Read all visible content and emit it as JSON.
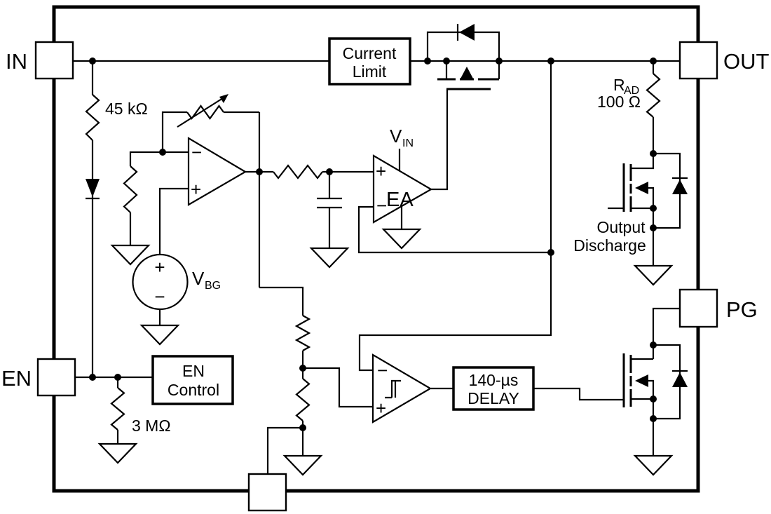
{
  "pins": {
    "in": "IN",
    "out": "OUT",
    "en": "EN",
    "pg": "PG"
  },
  "blocks": {
    "current_limit": {
      "line1": "Current",
      "line2": "Limit"
    },
    "en_control": {
      "line1": "EN",
      "line2": "Control"
    },
    "delay": {
      "line1": "140-µs",
      "line2": "DELAY"
    }
  },
  "labels": {
    "input_resistor": "45 kΩ",
    "enable_resistor": "3 MΩ",
    "rad_symbol": "R",
    "rad_subscript": "AD",
    "rad_value": "100 Ω",
    "vin_symbol": "V",
    "vin_subscript": "IN",
    "vbg_symbol": "V",
    "vbg_subscript": "BG",
    "error_amp": "EA",
    "discharge_line1": "Output",
    "discharge_line2": "Discharge"
  },
  "symbols": {
    "plus": "+",
    "minus": "−"
  },
  "colors": {
    "line": "#000000",
    "background": "#ffffff"
  }
}
